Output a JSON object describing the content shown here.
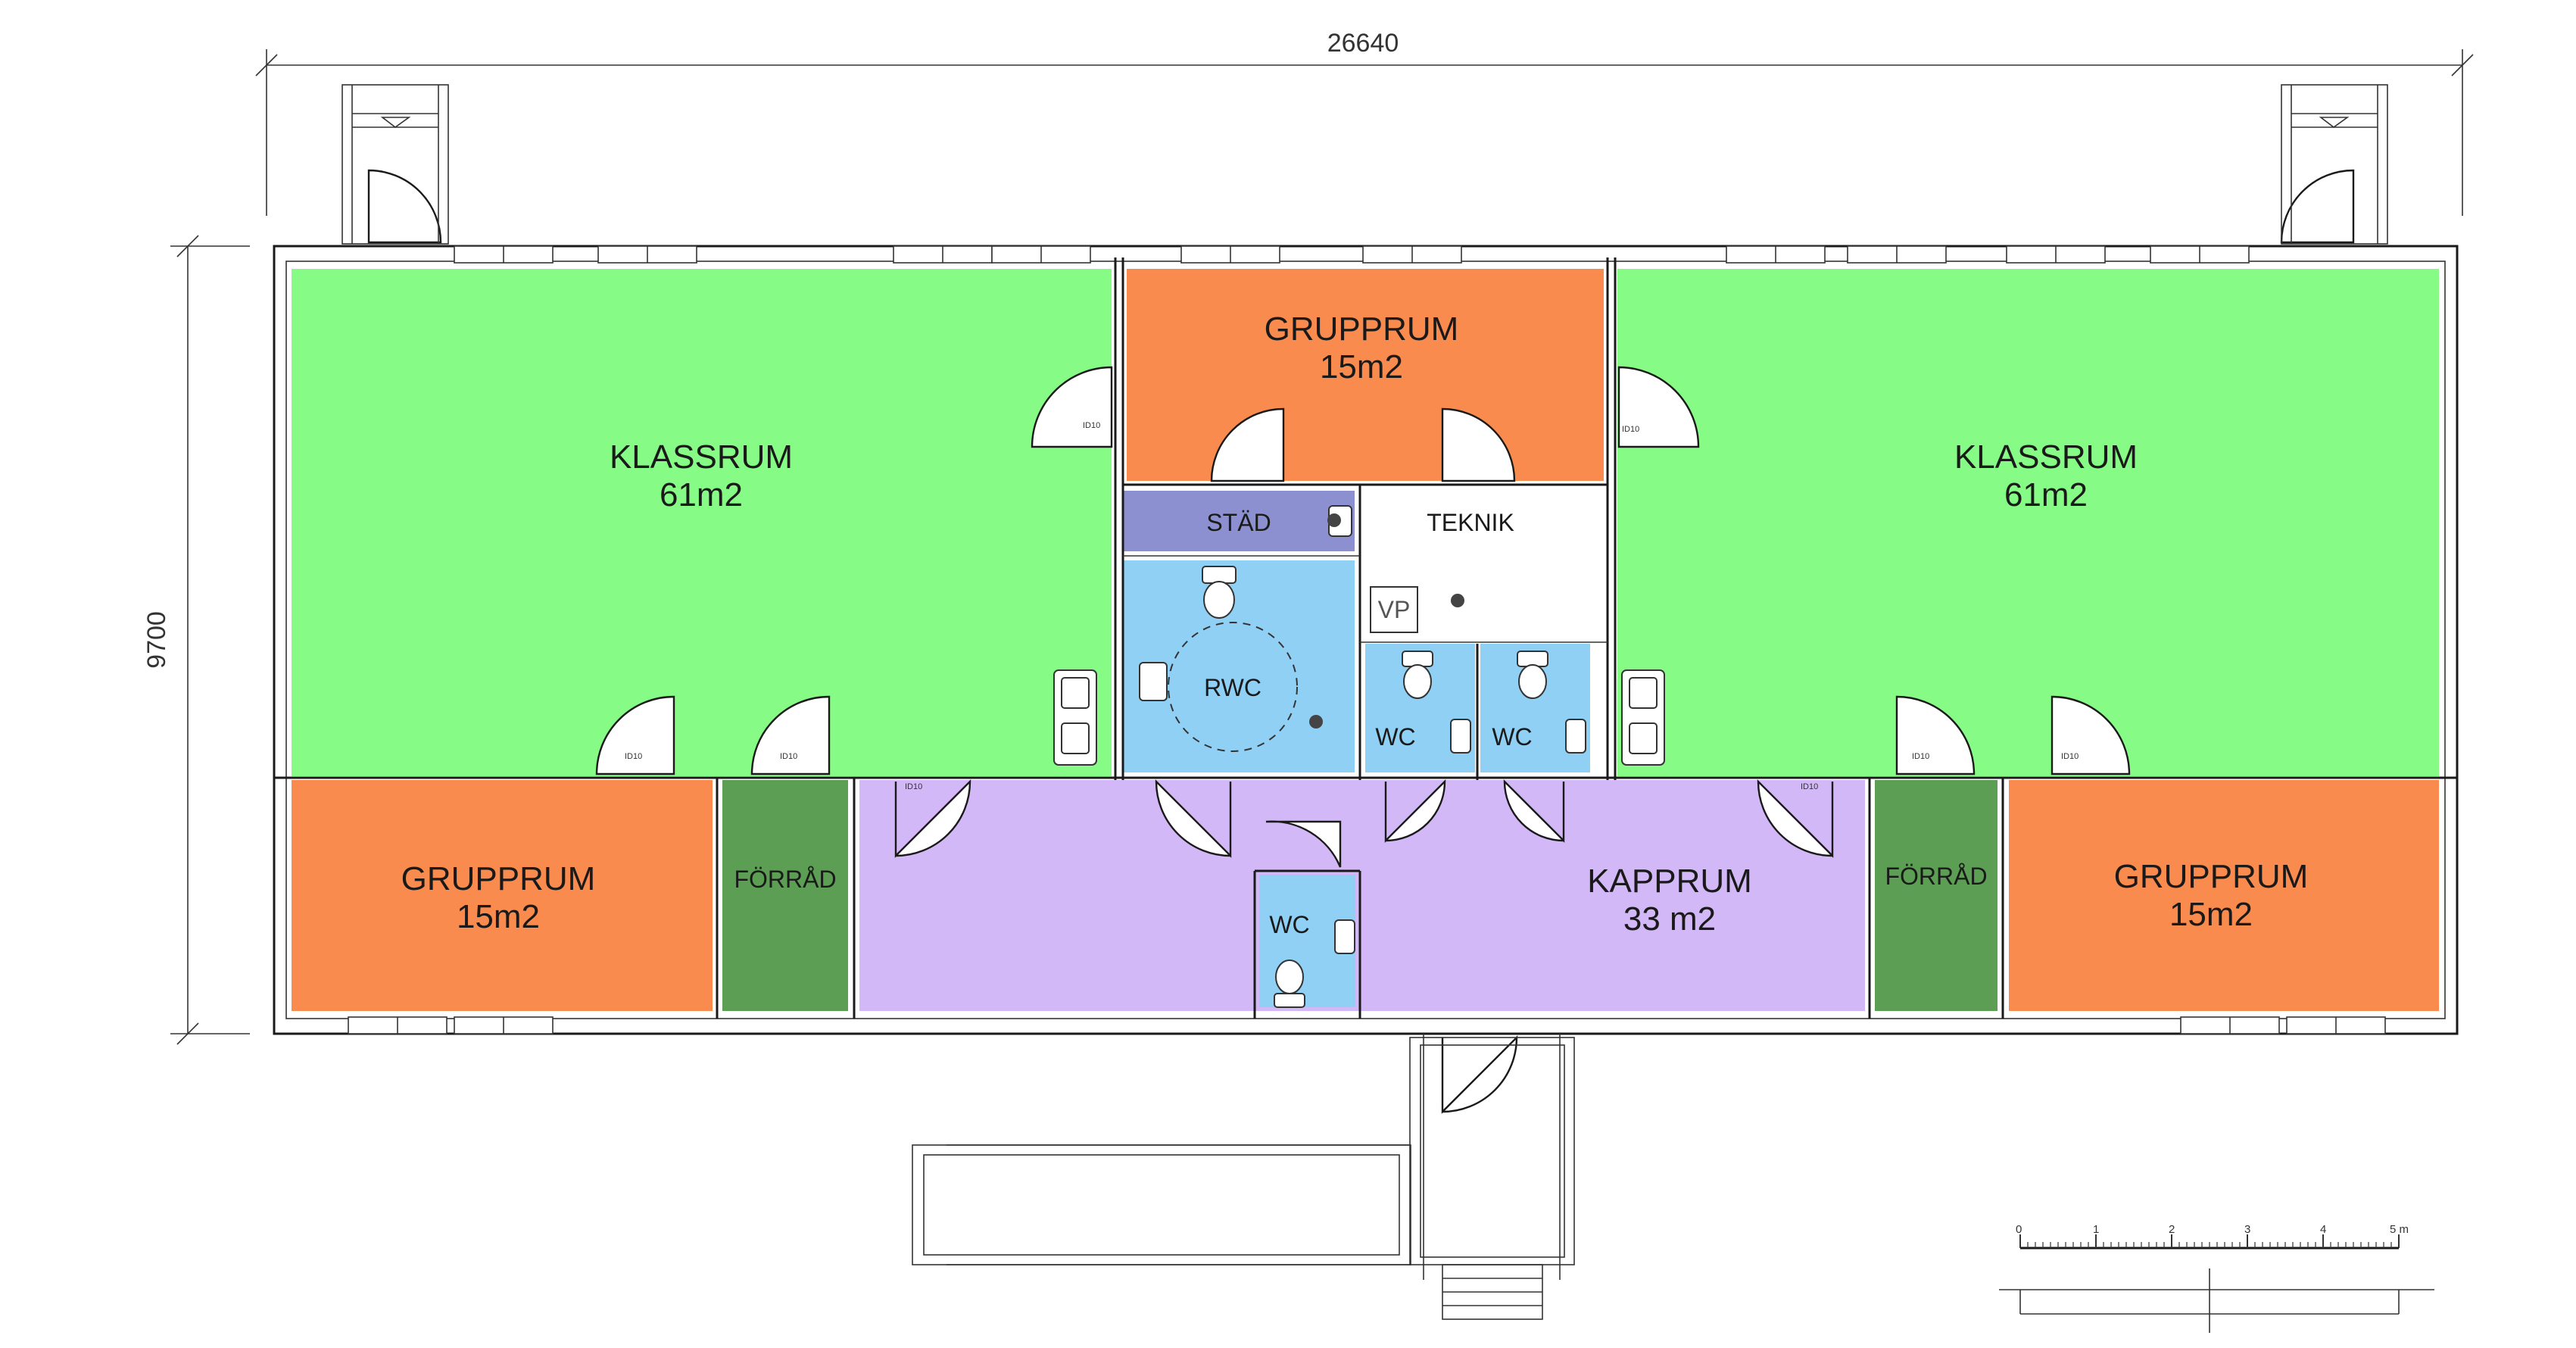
{
  "plan": {
    "overall_width": "26640",
    "overall_depth": "9700",
    "colors": {
      "klassrum": "#86fb86",
      "grupprum": "#f88b4d",
      "forrad": "#5c9e54",
      "kapprum": "#d3b8f7",
      "wc": "#8fd0f4",
      "stad": "#8c90d0",
      "teknik": "#ffffff"
    },
    "rooms": {
      "klassrum_left": {
        "name": "KLASSRUM",
        "area": "61m2"
      },
      "klassrum_right": {
        "name": "KLASSRUM",
        "area": "61m2"
      },
      "grupprum_top": {
        "name": "GRUPPRUM",
        "area": "15m2"
      },
      "grupprum_left": {
        "name": "GRUPPRUM",
        "area": "15m2"
      },
      "grupprum_right": {
        "name": "GRUPPRUM",
        "area": "15m2"
      },
      "forrad_left": {
        "name": "FÖRRÅD"
      },
      "forrad_right": {
        "name": "FÖRRÅD"
      },
      "kapprum": {
        "name": "KAPPRUM",
        "area": "33 m2"
      },
      "stad": {
        "name": "STÄD"
      },
      "teknik": {
        "name": "TEKNIK"
      },
      "vp": {
        "name": "VP"
      },
      "rwc": {
        "name": "RWC"
      },
      "wc1": {
        "name": "WC"
      },
      "wc2": {
        "name": "WC"
      },
      "wc3": {
        "name": "WC"
      }
    },
    "door_tag": "ID10",
    "scale_bar": {
      "labels": [
        "0",
        "1",
        "2",
        "3",
        "4",
        "5 m"
      ]
    }
  }
}
